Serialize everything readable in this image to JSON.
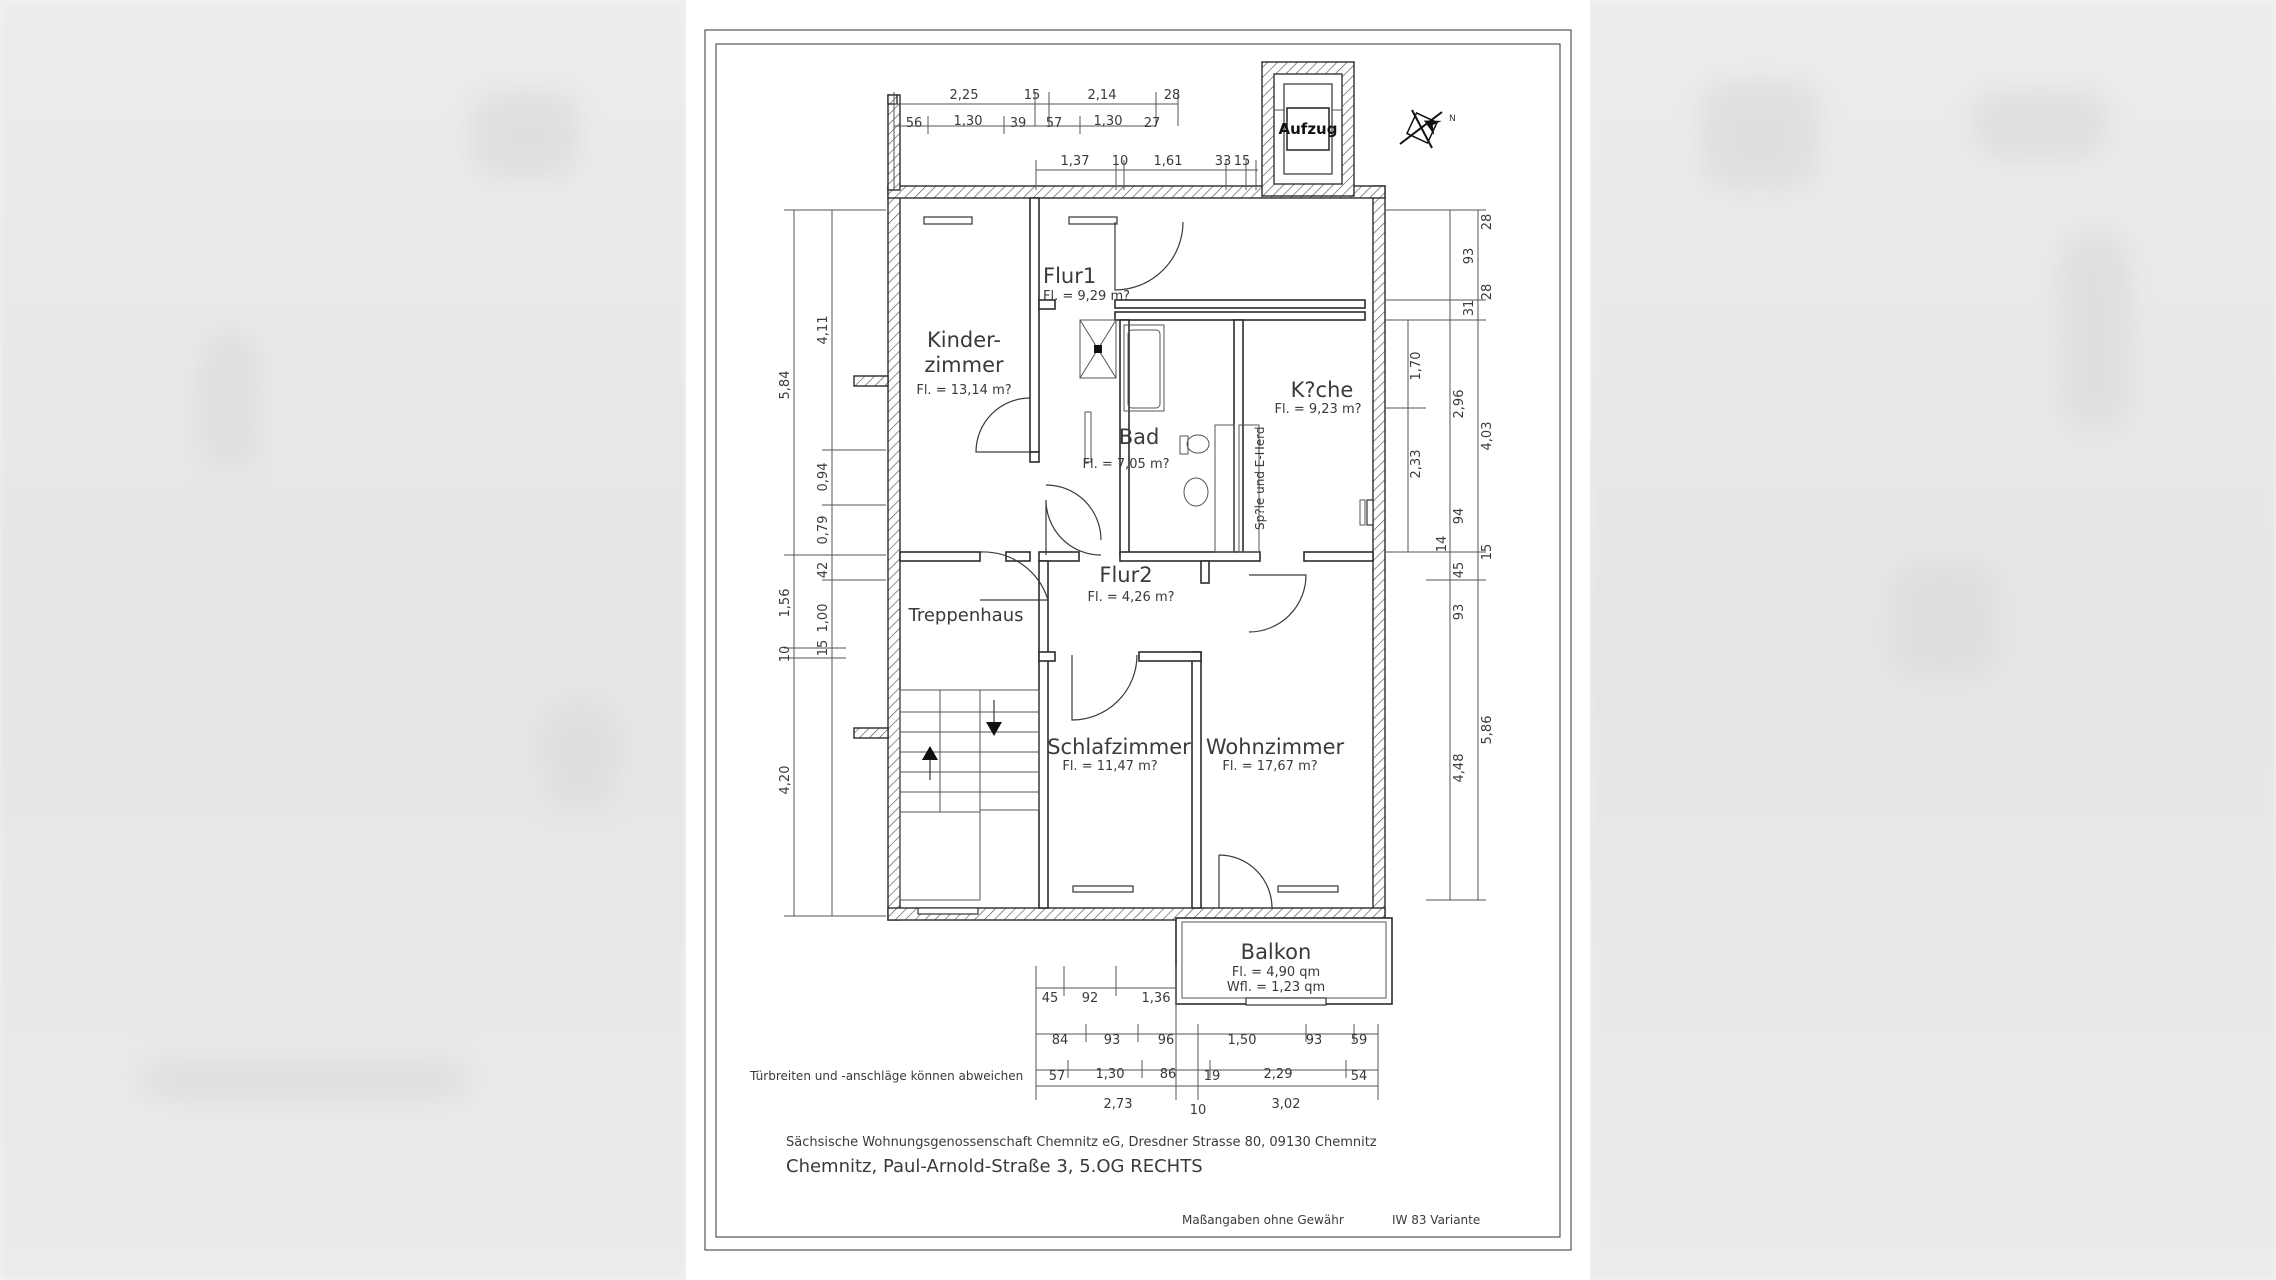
{
  "rooms": {
    "kinderzimmer_line1": "Kinder-",
    "kinderzimmer_line2": "zimmer",
    "kinderzimmer_area": "Fl. = 13,14 m?",
    "flur1": "Flur1",
    "flur1_area": "Fl. = 9,29 m?",
    "bad": "Bad",
    "bad_area": "Fl. = 7,05 m?",
    "kueche": "K?che",
    "kueche_area": "Fl. = 9,23 m?",
    "spuele": "Sp?le und E-Herd",
    "flur2": "Flur2",
    "flur2_area": "Fl. = 4,26 m?",
    "treppenhaus": "Treppenhaus",
    "schlafzimmer": "Schlafzimmer",
    "schlafzimmer_area": "Fl. = 11,47 m?",
    "wohnzimmer": "Wohnzimmer",
    "wohnzimmer_area": "Fl. = 17,67 m?",
    "balkon": "Balkon",
    "balkon_area1": "Fl. = 4,90 qm",
    "balkon_area2": "Wfl. = 1,23 qm",
    "aufzug": "Aufzug"
  },
  "dims_top": {
    "row1": [
      "2,25",
      "15",
      "2,14",
      "28"
    ],
    "row2": [
      "56",
      "1,30",
      "39",
      "57",
      "1,30",
      "27"
    ],
    "row3": [
      "1,37",
      "10",
      "1,61",
      "33",
      "15"
    ]
  },
  "dims_left": {
    "outer": [
      "5,84",
      "1,56",
      "10",
      "4,20"
    ],
    "inner": [
      "4,11",
      "0,94",
      "0,79",
      "42",
      "1,00",
      "15"
    ]
  },
  "dims_right": {
    "far": [
      "28",
      "93",
      "31",
      "28",
      "4,03",
      "15",
      "5,86"
    ],
    "mid": [
      "2,96",
      "94",
      "45",
      "93",
      "4,48"
    ],
    "near": [
      "1,70",
      "2,33",
      "14"
    ]
  },
  "dims_bottom": {
    "row1": [
      "45",
      "92",
      "1,36"
    ],
    "row2": [
      "84",
      "93",
      "96",
      "1,50",
      "93",
      "59"
    ],
    "row3": [
      "57",
      "1,30",
      "86",
      "19",
      "2,29",
      "54"
    ],
    "row4": [
      "2,73",
      "10",
      "3,02"
    ]
  },
  "notes": {
    "doors": "Türbreiten und -anschläge können abweichen",
    "coop": "Sächsische Wohnungsgenossenschaft Chemnitz eG, Dresdner Strasse 80, 09130 Chemnitz",
    "address": "Chemnitz, Paul-Arnold-Straße 3, 5.OG RECHTS",
    "disclaimer": "Maßangaben ohne Gewähr",
    "variant": "IW 83 Variante"
  },
  "compass_letter": "N"
}
